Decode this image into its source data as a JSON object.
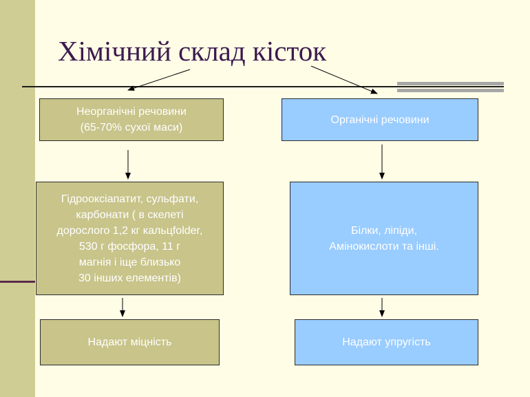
{
  "title": "Хімічний склад кісток",
  "colors": {
    "background": "#fffde6",
    "left_band": "#cfcd94",
    "title_text": "#3c1a4e",
    "olive_box": "#c8c48a",
    "blue_box": "#99ccff",
    "box_text": "#ffffff"
  },
  "left_branch": {
    "category": "Неорганічні речовини\n(65-70% сухої маси)",
    "details": "Гідрооксіапатит, сульфати,\nкарбонати  ( в скелеті\nдорослого 1,2 кг кальцfolder,\n530 г фосфора, 11 г\nмагнія і іще близько\n30 інших елементів)",
    "function": "Надают міцність"
  },
  "right_branch": {
    "category": "Органічні речовини",
    "details": "Білки, ліпіди,\nАмінокислоти та інші.",
    "function": "Надают упругість"
  }
}
